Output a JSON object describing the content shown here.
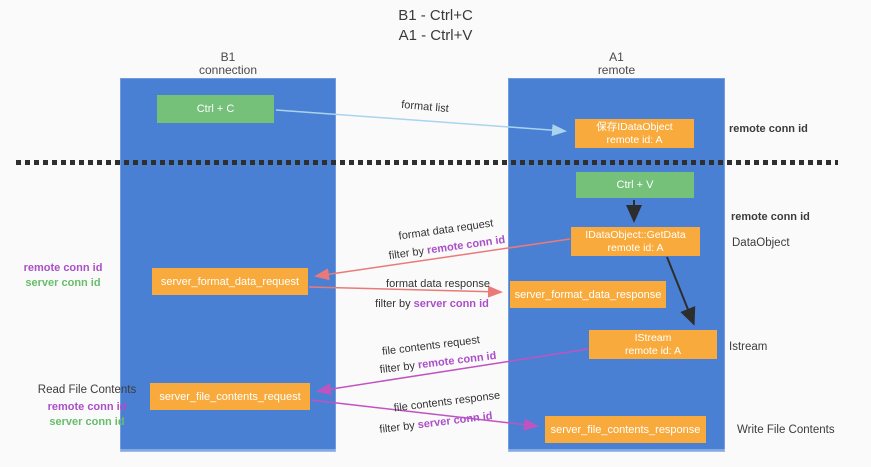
{
  "title": {
    "line1": "B1 - Ctrl+C",
    "line2": "A1 - Ctrl+V"
  },
  "lanes": {
    "left": {
      "title": "B1",
      "subtitle": "connection"
    },
    "right": {
      "title": "A1",
      "subtitle": "remote"
    }
  },
  "nodes": {
    "ctrl_c": {
      "label": "Ctrl + C"
    },
    "save_idataobject": {
      "line1": "保存IDataObject",
      "line2": "remote id: A"
    },
    "ctrl_v": {
      "label": "Ctrl + V"
    },
    "getdata": {
      "line1": "IDataObject::GetData",
      "line2": "remote id: A"
    },
    "server_format_data_request": {
      "label": "server_format_data_request"
    },
    "server_format_data_response": {
      "label": "server_format_data_response"
    },
    "istream": {
      "line1": "IStream",
      "line2": "remote id: A"
    },
    "server_file_contents_request": {
      "label": "server_file_contents_request"
    },
    "server_file_contents_response": {
      "label": "server_file_contents_response"
    }
  },
  "edge_labels": {
    "format_list": "format list",
    "format_data_request": "format data request",
    "format_data_response": "format data response",
    "file_contents_request": "file contents request",
    "file_contents_response": "file contents response",
    "filter_by": "filter by",
    "remote_conn_id": "remote conn id",
    "server_conn_id": "server conn id"
  },
  "annotations": {
    "right_top_remote_conn_id": "remote conn id",
    "right_mid_remote_conn_id": "remote conn id",
    "dataobject": "DataObject",
    "istream": "Istream",
    "write_file_contents": "Write File Contents",
    "left_remote_conn_id": "remote conn id",
    "left_server_conn_id": "server conn id",
    "read_file_contents": "Read File Contents",
    "read_remote_conn_id": "remote conn id",
    "read_server_conn_id": "server conn id"
  },
  "colors": {
    "lane_blue": "#4a80d4",
    "node_green": "#75c17a",
    "node_orange": "#f8ab3c",
    "arrow_light_blue": "#a9d3ee",
    "arrow_red": "#ea7a78",
    "arrow_magenta": "#c053c0",
    "arrow_black": "#2d2d2d",
    "text_purple": "#ab4fc8",
    "text_green": "#67bd6b",
    "divider_black": "#2f2f2f",
    "background": "#fafafa"
  }
}
